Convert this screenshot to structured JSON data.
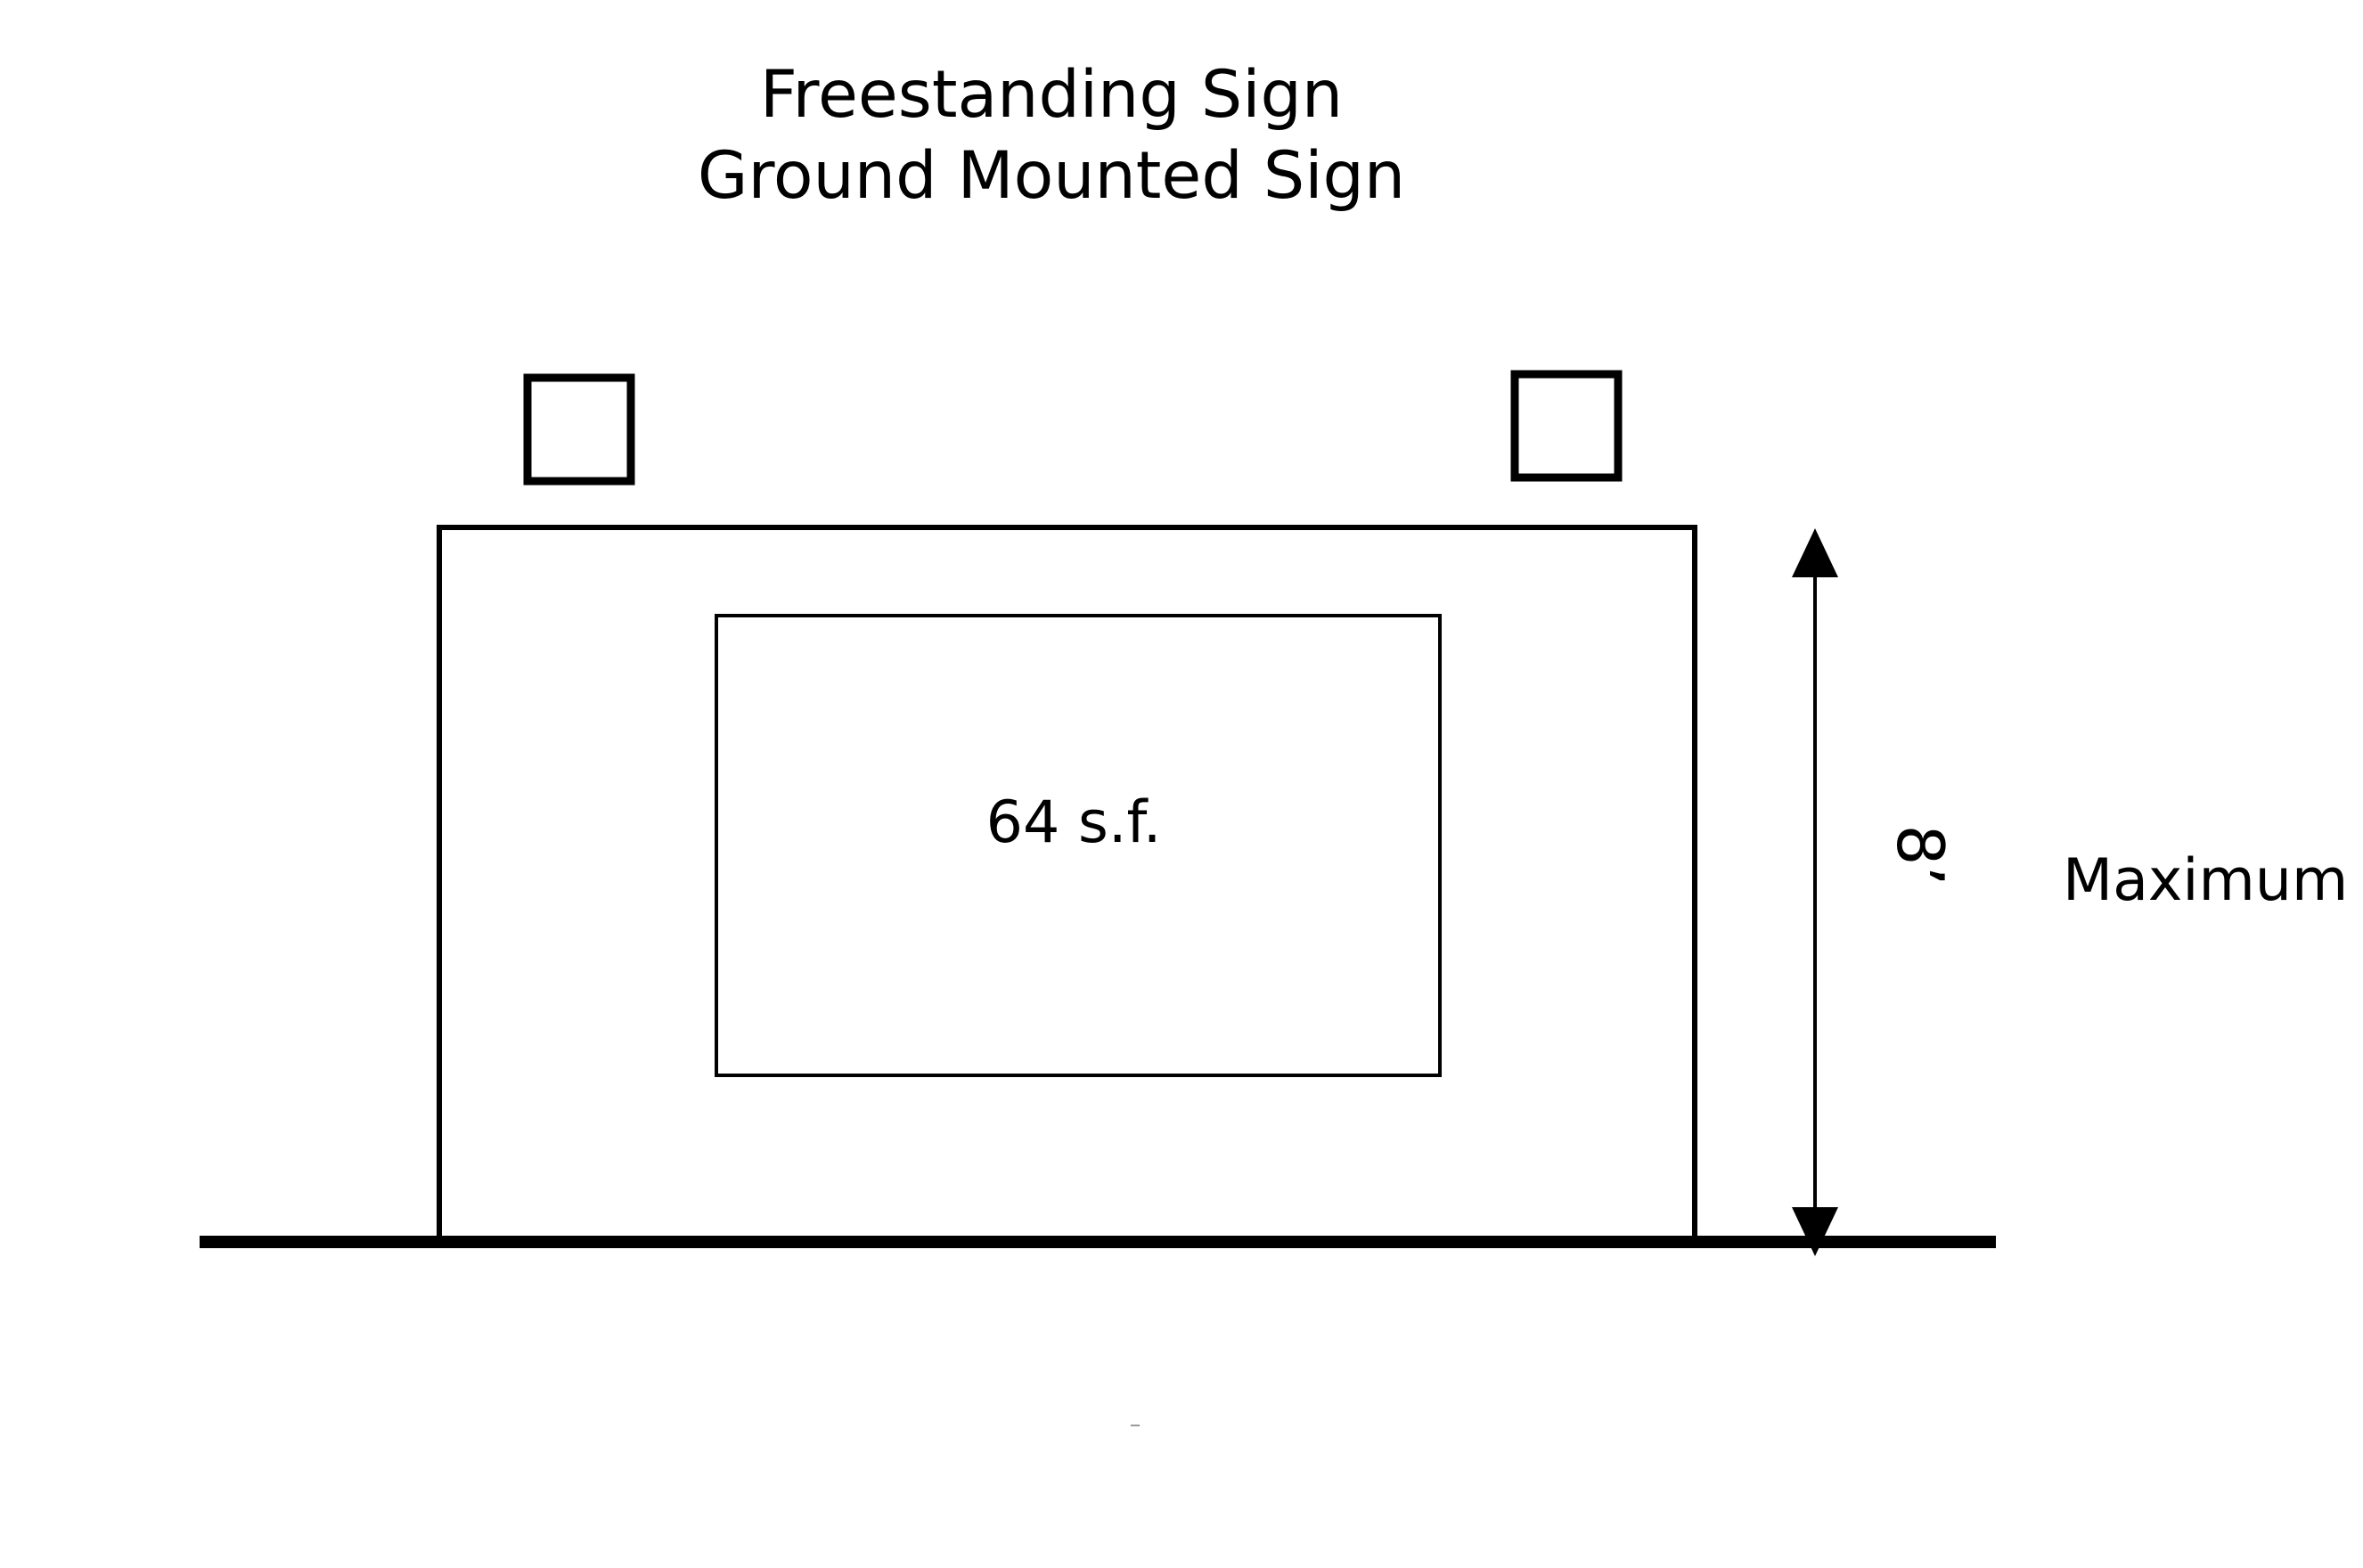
{
  "title": {
    "line1": "Freestanding Sign",
    "line2": "Ground Mounted Sign"
  },
  "sign": {
    "area_label": "64 s.f.",
    "height_label": "8’",
    "height_qualifier": "Maximum"
  },
  "colors": {
    "stroke": "#000000",
    "background": "#ffffff"
  }
}
